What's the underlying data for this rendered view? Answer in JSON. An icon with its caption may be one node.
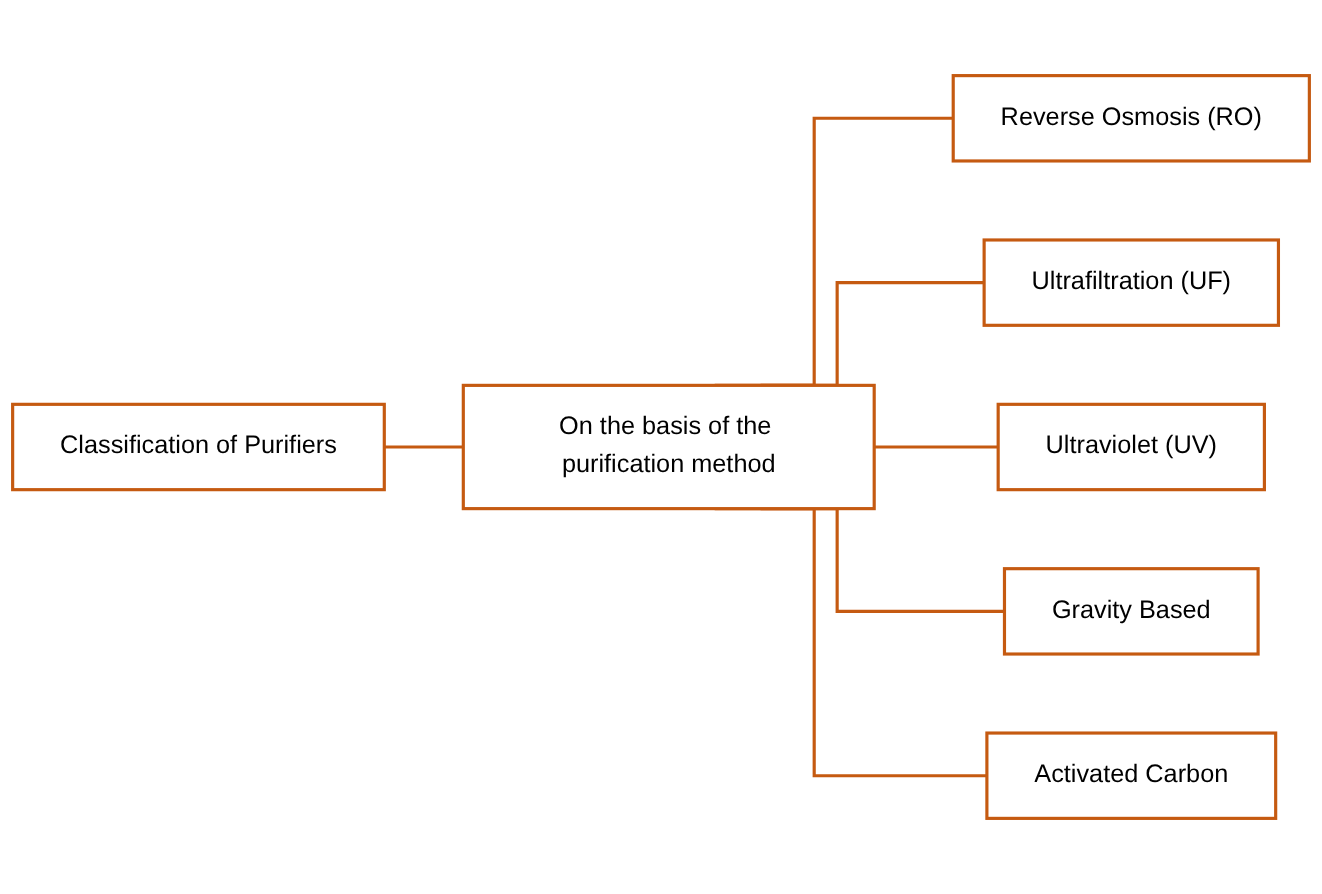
{
  "diagram": {
    "nodes": [
      {
        "text": [
          "Classification of Purifiers"
        ]
      },
      {
        "text": [
          "On the basis of the purification method"
        ]
      },
      {
        "text": [
          "Reverse Osmosis (RO)"
        ]
      },
      {
        "text": [
          "Ultrafiltration (UF)"
        ]
      },
      {
        "text": [
          "Ultraviolet (UV)"
        ]
      },
      {
        "text": [
          "Gravity Based"
        ]
      },
      {
        "text": [
          "Activated Carbon"
        ]
      }
    ],
    "edges": [
      {
        "from": 0,
        "to": 1,
        "arrow": "none"
      },
      {
        "from": 1,
        "to": 2,
        "arrow": "none"
      },
      {
        "from": 1,
        "to": 3,
        "arrow": "none"
      },
      {
        "from": 1,
        "to": 4,
        "arrow": "none"
      },
      {
        "from": 1,
        "to": 5,
        "arrow": "none"
      },
      {
        "from": 1,
        "to": 6,
        "arrow": "none"
      }
    ]
  }
}
